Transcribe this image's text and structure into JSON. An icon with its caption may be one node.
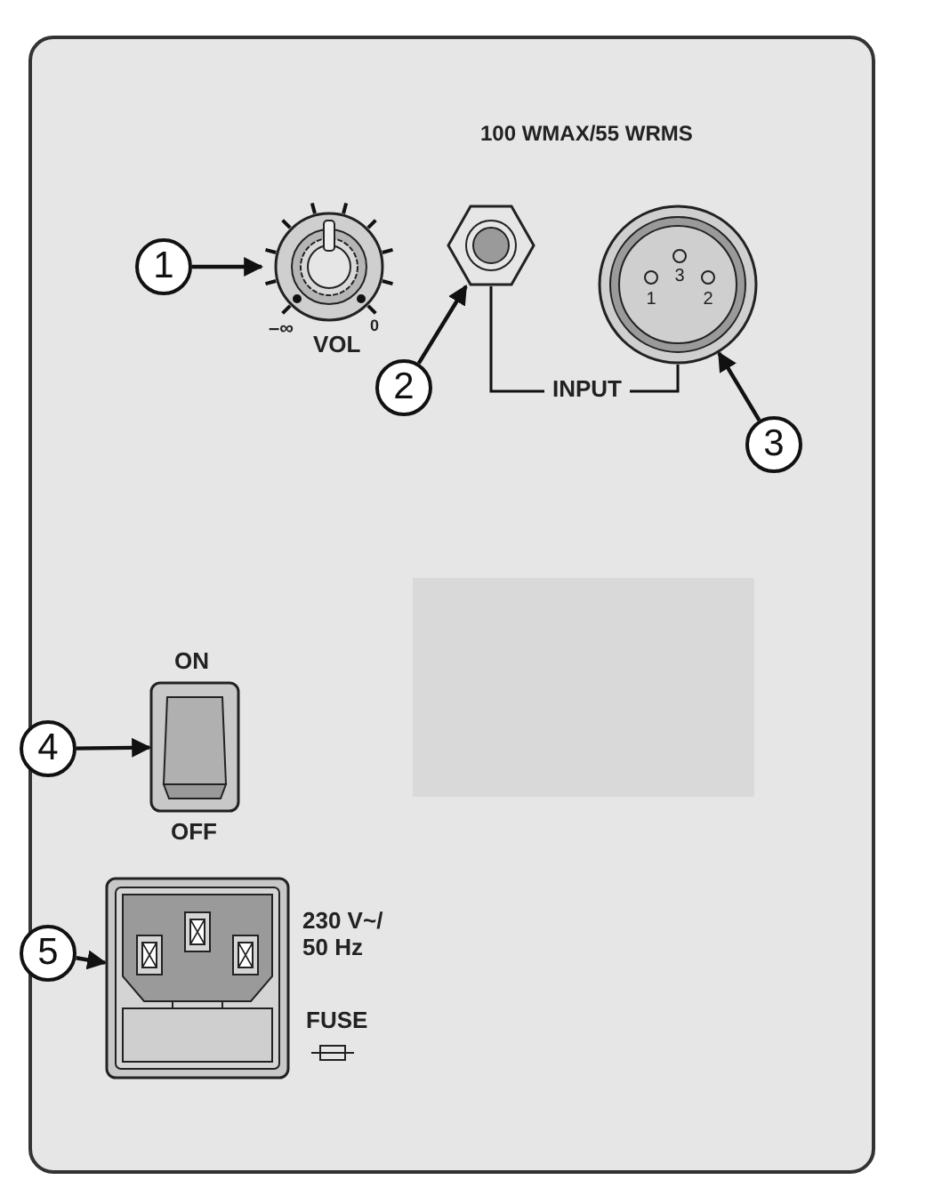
{
  "diagram": {
    "nodes": [
      {
        "text": [
          "1"
        ]
      },
      {
        "text": [],
        "shape": "circle"
      },
      {
        "text": [],
        "shape": "hexagon"
      },
      {
        "text": [],
        "shape": "circle"
      },
      {
        "text": [
          "2"
        ]
      },
      {
        "text": [
          "INPUT"
        ]
      },
      {
        "text": [
          "3"
        ]
      },
      {
        "text": [],
        "shape": "box"
      },
      {
        "text": [
          "4"
        ]
      },
      {
        "text": [],
        "shape": "box",
        "beside": [
          "ON",
          "OFF"
        ]
      },
      {
        "text": [
          "5"
        ]
      },
      {
        "text": [],
        "shape": "box",
        "beside": [
          "230 V~/ 50 Hz",
          "FUSE"
        ]
      }
    ],
    "edges": [
      {
        "from": 0,
        "to": 1,
        "arrow": "to"
      },
      {
        "from": 4,
        "to": 2,
        "arrow": "to"
      },
      {
        "from": 5,
        "to": 2,
        "arrow": "none"
      },
      {
        "from": 5,
        "to": 3,
        "arrow": "none"
      },
      {
        "from": 6,
        "to": 3,
        "arrow": "to"
      },
      {
        "from": 8,
        "to": 9,
        "arrow": "to"
      },
      {
        "from": 10,
        "to": 11,
        "arrow": "to"
      }
    ],
    "labels": [
      "100 WMAX/55 WRMS",
      "3",
      "1",
      "2",
      "–∞",
      "0",
      "VOL"
    ]
  }
}
